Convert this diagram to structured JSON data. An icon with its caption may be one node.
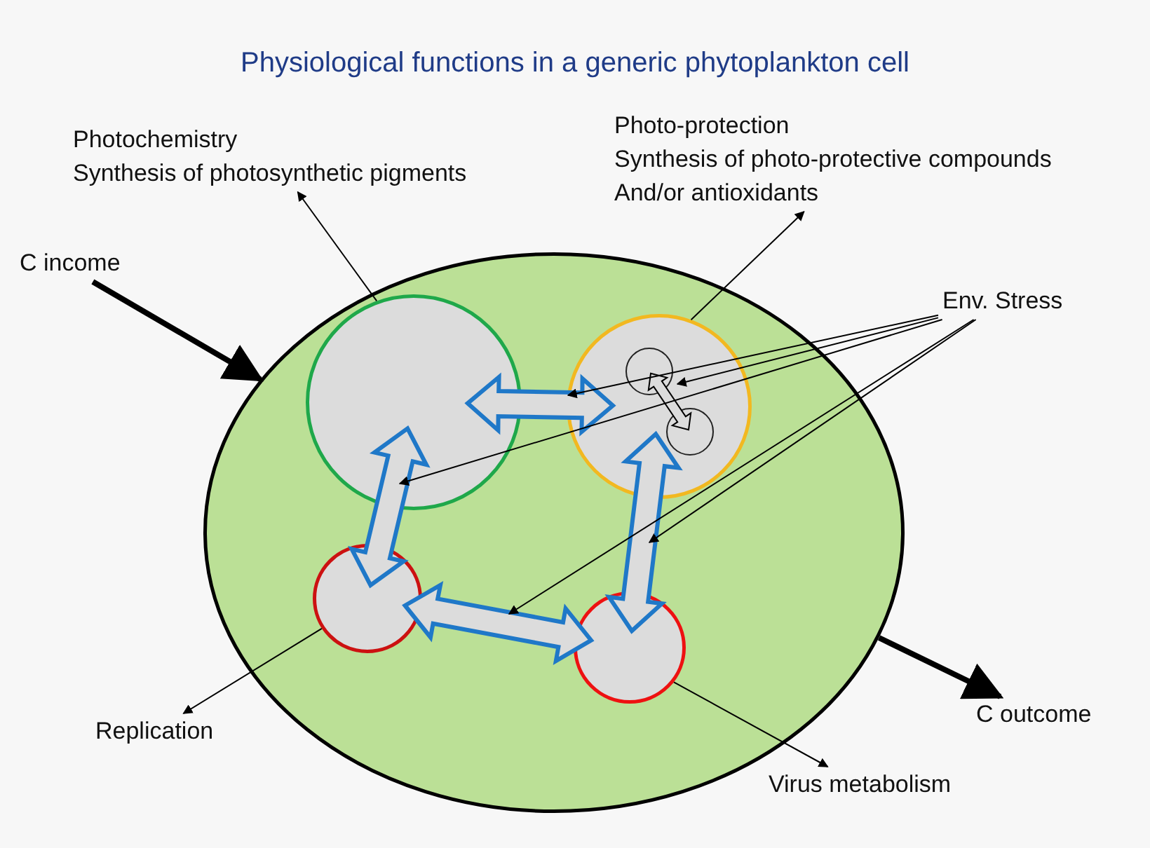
{
  "diagram": {
    "title": "Physiological functions in a generic phytoplankton cell",
    "nodes": [
      {
        "text": [],
        "shape": "ellipse"
      },
      {
        "text": [],
        "shape": "circle",
        "in": 0
      },
      {
        "text": [],
        "shape": "circle",
        "in": 0
      },
      {
        "text": [],
        "shape": "circle",
        "in": 2
      },
      {
        "text": [],
        "shape": "circle",
        "in": 2
      },
      {
        "text": [],
        "shape": "circle",
        "in": 0
      },
      {
        "text": [],
        "shape": "circle",
        "in": 0
      },
      {
        "text": [
          "Photochemistry",
          "Synthesis of photosynthetic pigments"
        ]
      },
      {
        "text": [
          "Photo-protection",
          "Synthesis of photo-protective compounds And/or antioxidants"
        ]
      },
      {
        "text": [
          "Env. Stress"
        ]
      },
      {
        "text": [
          "Replication"
        ]
      },
      {
        "text": [
          "Virus metabolism"
        ]
      },
      {
        "text": [
          "C income"
        ]
      },
      {
        "text": [
          "C outcome"
        ]
      }
    ],
    "edges": [
      {
        "from": 1,
        "to": 7,
        "arrow": "to"
      },
      {
        "from": 2,
        "to": 8,
        "arrow": "to"
      },
      {
        "from": 5,
        "to": 10,
        "arrow": "to"
      },
      {
        "from": 6,
        "to": 11,
        "arrow": "to"
      },
      {
        "from": 12,
        "to": 0,
        "arrow": "to",
        "style": "thick"
      },
      {
        "from": 0,
        "to": 13,
        "arrow": "to",
        "style": "thick"
      },
      {
        "from": 1,
        "to": 2,
        "arrow": "both",
        "style": "thick",
        "color": "#1f78c8"
      },
      {
        "from": 1,
        "to": 5,
        "arrow": "both",
        "style": "thick",
        "color": "#1f78c8"
      },
      {
        "from": 5,
        "to": 6,
        "arrow": "both",
        "style": "thick",
        "color": "#1f78c8"
      },
      {
        "from": 6,
        "to": 2,
        "arrow": "both",
        "style": "thick",
        "color": "#1f78c8"
      },
      {
        "from": 3,
        "to": 4,
        "arrow": "both",
        "style": "thick"
      },
      {
        "from": 9,
        "to": 3,
        "arrow": "to"
      },
      {
        "from": 9,
        "to": 2,
        "arrow": "to"
      },
      {
        "from": 9,
        "to": 1,
        "arrow": "to"
      },
      {
        "from": 9,
        "to": null,
        "arrow": "to"
      },
      {
        "from": 9,
        "to": null,
        "arrow": "to"
      }
    ]
  }
}
